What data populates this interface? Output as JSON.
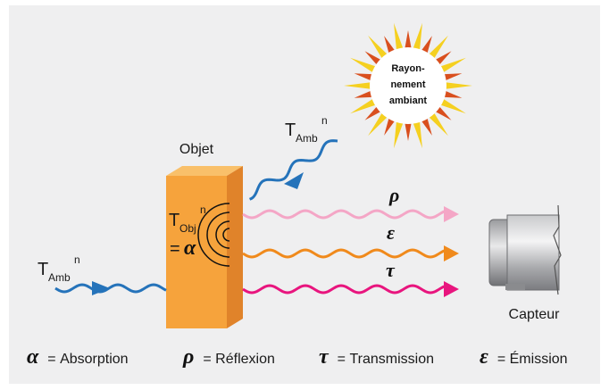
{
  "labels": {
    "sun": [
      "Rayon-",
      "nement",
      "ambiant"
    ],
    "object": "Objet",
    "sensor": "Capteur",
    "t_letter": "T",
    "amb_sub": "Amb",
    "obj_sub": "Obj",
    "exp": "n",
    "eq_prefix": "=",
    "alpha": "α",
    "rho": "ρ",
    "epsilon": "ε",
    "tau": "τ"
  },
  "legend": [
    {
      "symbol": "α",
      "text": "= Absorption"
    },
    {
      "symbol": "ρ",
      "text": "= Réflexion"
    },
    {
      "symbol": "τ",
      "text": "= Transmission"
    },
    {
      "symbol": "ε",
      "text": "= Émission"
    }
  ],
  "colors": {
    "background": "#efeff0",
    "object_front": "#f6a33c",
    "object_side": "#e0832a",
    "object_top": "#f9c06a",
    "incoming_ambient": "#2573ba",
    "reflection": "#f4a6c6",
    "emission": "#f08a1c",
    "transmission": "#e8157e",
    "sun_inner": "#f5d020",
    "sun_outer": "#d94f1e"
  }
}
